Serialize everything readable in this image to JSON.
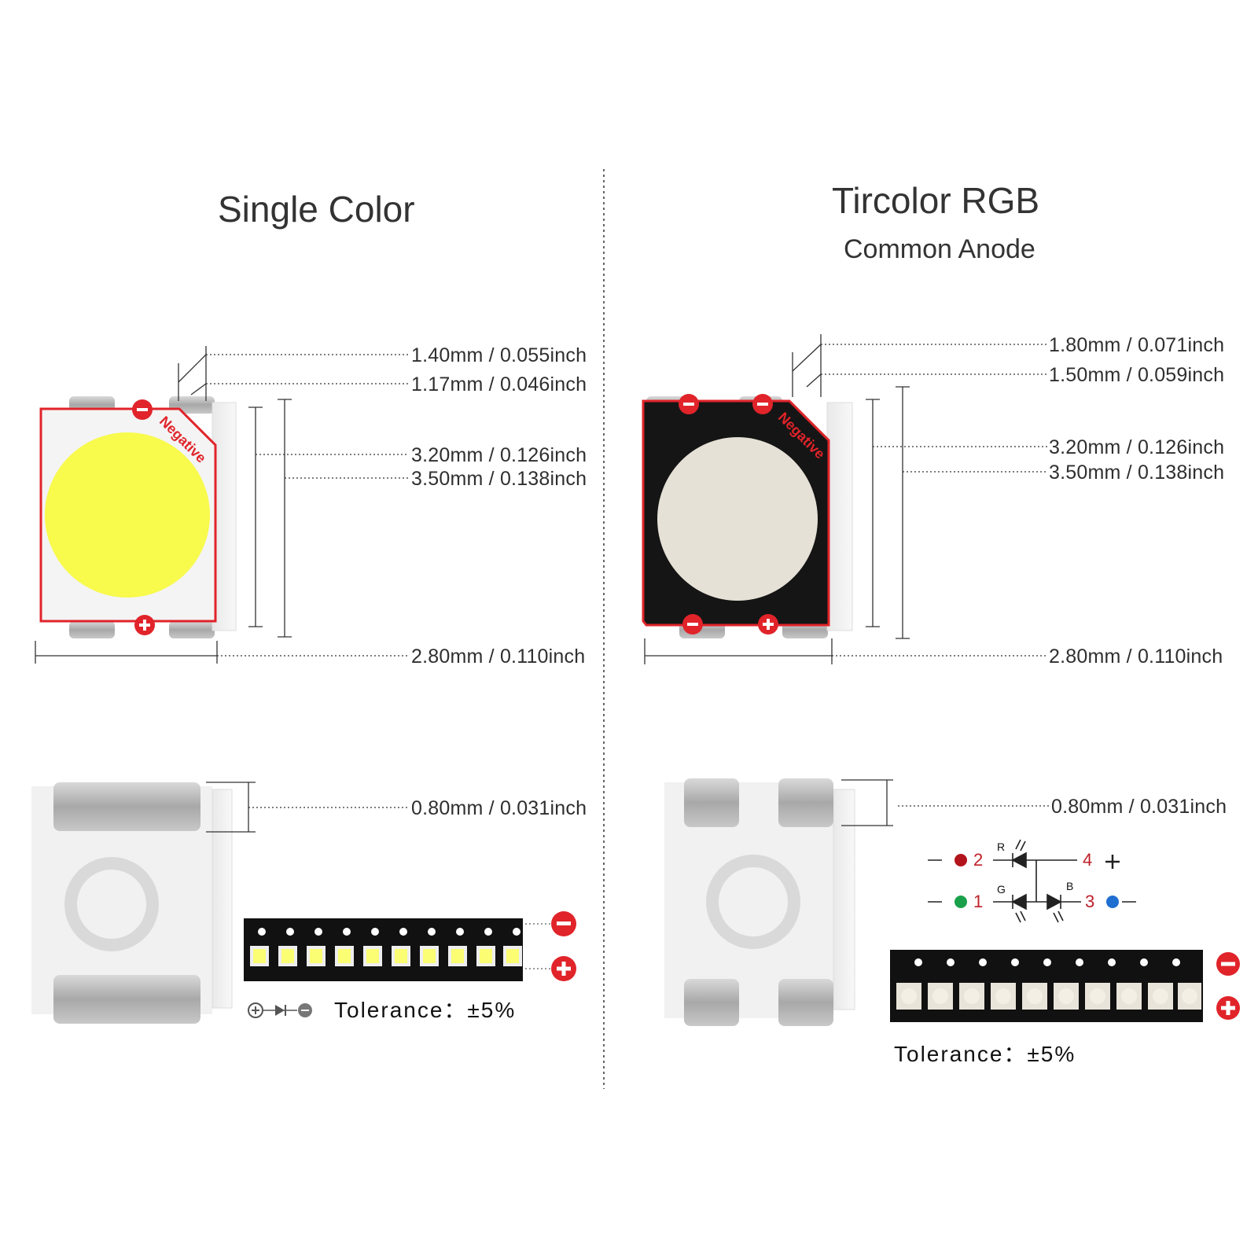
{
  "left": {
    "title": "Single Color",
    "dims": {
      "d1": "1.40mm / 0.055inch",
      "d2": "1.17mm / 0.046inch",
      "d3": "3.20mm / 0.126inch",
      "d4": "3.50mm / 0.138inch",
      "d5": "2.80mm / 0.110inch",
      "d6": "0.80mm / 0.031inch"
    },
    "negative_label": "Negative",
    "tolerance": "Tolerance：±5%"
  },
  "right": {
    "title": "Tircolor RGB",
    "subtitle": "Common Anode",
    "dims": {
      "d1": "1.80mm / 0.071inch",
      "d2": "1.50mm / 0.059inch",
      "d3": "3.20mm / 0.126inch",
      "d4": "3.50mm / 0.138inch",
      "d5": "2.80mm / 0.110inch",
      "d6": "0.80mm / 0.031inch"
    },
    "negative_label": "Negative",
    "tolerance": "Tolerance：±5%",
    "pins": {
      "p2": "2",
      "p1": "1",
      "p4": "4",
      "p3": "3",
      "r": "R",
      "g": "G",
      "b": "B"
    }
  },
  "colors": {
    "polarity_red": "#e0242a",
    "single_led_yellow": "#f8fa4c",
    "rgb_led_cream": "#e6e1d6",
    "package_white": "#f2f2f2",
    "pad_grey": "#b8b8b8"
  }
}
